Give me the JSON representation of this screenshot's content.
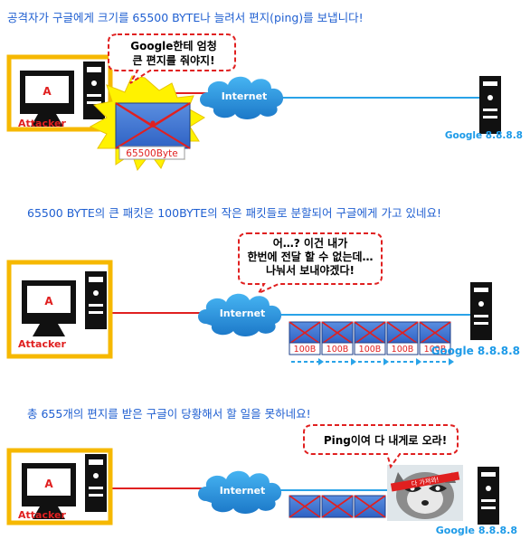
{
  "panels": [
    {
      "caption": "공격자가 구글에게 크기를 65500 BYTE나 늘려서 편지(ping)를 보냅니다!",
      "bubble_lines": [
        "Google한테 엄청",
        "큰 편지를 줘야지!"
      ],
      "attacker_letter": "A",
      "attacker_label": "Attacker",
      "internet_label": "Internet",
      "google_label": "Google 8.8.8.8",
      "packet_label": "65500Byte"
    },
    {
      "caption": "65500 BYTE의 큰 패킷은 100BYTE의 작은 패킷들로 분할되어 구글에게 가고 있네요!",
      "bubble_lines": [
        "어…? 이건 내가",
        "한번에 전달 할 수 없는데…",
        "나눠서 보내야겠다!"
      ],
      "attacker_letter": "A",
      "attacker_label": "Attacker",
      "internet_label": "Internet",
      "google_label": "Google 8.8.8.8",
      "fragment_labels": [
        "100B",
        "100B",
        "100B",
        "100B",
        "100B"
      ]
    },
    {
      "caption": "총 655개의 편지를 받은 구글이 당황해서 할 일을 못하네요!",
      "bubble_lines": [
        "Ping이여 다 내게로 오라!"
      ],
      "attacker_letter": "A",
      "attacker_label": "Attacker",
      "internet_label": "Internet",
      "google_label": "Google 8.8.8.8",
      "headband_text": "다 가져와!"
    }
  ]
}
